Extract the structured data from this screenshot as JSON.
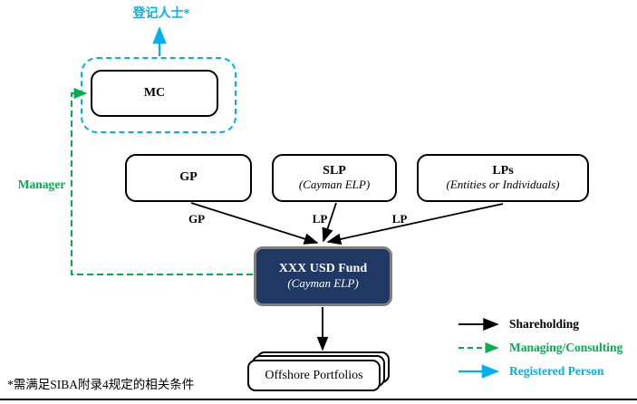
{
  "diagram": {
    "registered_person_label": "登记人士*",
    "manager_label": "Manager",
    "mc": {
      "title": "MC"
    },
    "gp": {
      "title": "GP"
    },
    "slp": {
      "title": "SLP",
      "subtitle": "(Cayman ELP)"
    },
    "lps": {
      "title": "LPs",
      "subtitle": "(Entities or Individuals)"
    },
    "fund": {
      "title": "XXX USD Fund",
      "subtitle": "(Cayman ELP)"
    },
    "portfolios": {
      "title": "Offshore Portfolios"
    },
    "edge_labels": {
      "gp": "GP",
      "slp_lp": "LP",
      "lps_lp": "LP"
    }
  },
  "legend": {
    "items": [
      {
        "label": "Shareholding",
        "color": "#000000",
        "style": "solid"
      },
      {
        "label": "Managing/Consulting",
        "color": "#00B050",
        "style": "dashed"
      },
      {
        "label": "Registered Person",
        "color": "#00B0F0",
        "style": "solid"
      }
    ]
  },
  "footnote": "*需满足SIBA附录4规定的相关条件",
  "colors": {
    "accent_cyan": "#00B0F0",
    "accent_green": "#00B050",
    "fund_background": "#1F3864",
    "fund_border": "#7F7F7F"
  }
}
